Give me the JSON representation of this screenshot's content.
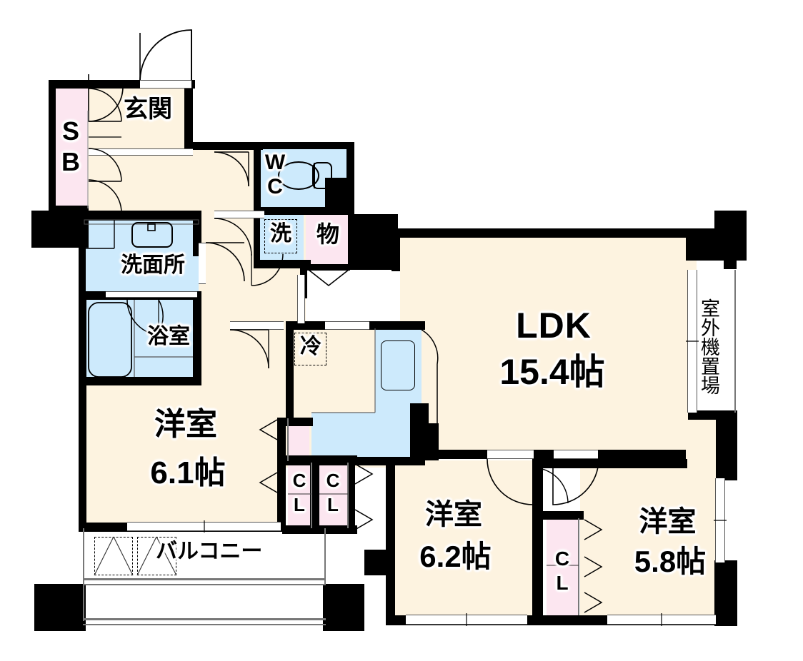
{
  "plan": {
    "type": "japanese-apartment-floor-plan",
    "layout_name": "3LDK",
    "rooms": [
      {
        "id": "genkan",
        "label": "玄関",
        "meaning": "entrance",
        "color": "#fdf3e0"
      },
      {
        "id": "sb",
        "label": "S\nB",
        "label_lines": [
          "S",
          "B"
        ],
        "meaning": "shoe box",
        "color": "#fce6f0"
      },
      {
        "id": "wc",
        "label": "W\nC",
        "label_lines": [
          "W",
          "C"
        ],
        "meaning": "toilet",
        "color": "#cdeafc"
      },
      {
        "id": "sen",
        "label": "洗",
        "meaning": "washing machine space",
        "color": "#cdeafc"
      },
      {
        "id": "mono",
        "label": "物",
        "meaning": "storage",
        "color": "#fce6f0"
      },
      {
        "id": "senmenjo",
        "label": "洗面所",
        "meaning": "washroom / vanity",
        "color": "#cdeafc"
      },
      {
        "id": "yokushitsu",
        "label": "浴室",
        "meaning": "bathroom",
        "color": "#cdeafc"
      },
      {
        "id": "rei",
        "label": "冷",
        "meaning": "refrigerator space",
        "color": "#cdeafc"
      },
      {
        "id": "ldk",
        "label": "LDK",
        "area": "15.4帖",
        "meaning": "living dining kitchen",
        "color": "#fdf3e0"
      },
      {
        "id": "washitsu1",
        "label": "洋室",
        "area": "6.1帖",
        "meaning": "western room 1",
        "color": "#fdf3e0"
      },
      {
        "id": "washitsu2",
        "label": "洋室",
        "area": "6.2帖",
        "meaning": "western room 2",
        "color": "#fdf3e0"
      },
      {
        "id": "washitsu3",
        "label": "洋室",
        "area": "5.8帖",
        "meaning": "western room 3",
        "color": "#fdf3e0"
      },
      {
        "id": "balcony",
        "label": "バルコニー",
        "meaning": "balcony",
        "color": "#ffffff"
      },
      {
        "id": "outdoor_unit",
        "label": "室外機置場",
        "meaning": "outdoor AC unit area",
        "color": "#ffffff"
      }
    ],
    "closets": [
      {
        "id": "cl1",
        "label_lines": [
          "C",
          "L"
        ],
        "label": "CL",
        "meaning": "closet for 6.1 room"
      },
      {
        "id": "cl2",
        "label_lines": [
          "C",
          "L"
        ],
        "label": "CL",
        "meaning": "closet for 6.2 room"
      },
      {
        "id": "cl3",
        "label_lines": [
          "C",
          "L"
        ],
        "label": "CL",
        "meaning": "closet for 5.8 room"
      }
    ],
    "labels": {
      "genkan": "玄関",
      "sb_line1": "S",
      "sb_line2": "B",
      "wc_line1": "W",
      "wc_line2": "C",
      "sen": "洗",
      "mono": "物",
      "senmenjo": "洗面所",
      "yokushitsu": "浴室",
      "rei": "冷",
      "ldk_name": "LDK",
      "ldk_area": "15.4帖",
      "room1_name": "洋室",
      "room1_area": "6.1帖",
      "room2_name": "洋室",
      "room2_area": "6.2帖",
      "room3_name": "洋室",
      "room3_area": "5.8帖",
      "balcony": "バルコニー",
      "outdoor_unit": "室外機置場",
      "cl_c": "C",
      "cl_l": "L"
    },
    "colors": {
      "wall": "#000000",
      "floor": "#fdf3e0",
      "wet_area": "#cdeafc",
      "storage": "#fce6f0",
      "exterior": "#ffffff"
    }
  }
}
